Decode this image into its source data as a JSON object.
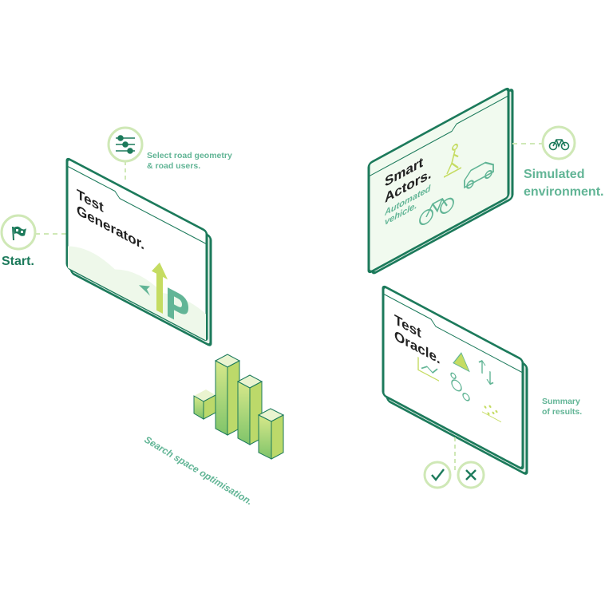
{
  "colors": {
    "dark_green": "#1c7a5b",
    "teal": "#62b596",
    "light_ring": "#cfe8b6",
    "lime": "#c5dc62",
    "panel_fill": "#f1faef"
  },
  "start": {
    "label": "Start.",
    "icon": "checkered-flag-icon"
  },
  "select": {
    "line1": "Select road geometry",
    "line2": "& road users.",
    "icon": "sliders-icon"
  },
  "generator": {
    "line1": "Test",
    "line2": "Generator."
  },
  "search": {
    "label": "Search space optimisation."
  },
  "actors": {
    "line1": "Smart",
    "line2": "Actors.",
    "sub1": "Automated",
    "sub2": "vehicle."
  },
  "simulated": {
    "line1": "Simulated",
    "line2": "environment.",
    "icon": "bicycle-icon"
  },
  "oracle": {
    "line1": "Test",
    "line2": "Oracle."
  },
  "summary": {
    "line1": "Summary",
    "line2": "of results."
  },
  "verdicts": [
    {
      "icon": "check-icon"
    },
    {
      "icon": "cross-icon"
    }
  ]
}
